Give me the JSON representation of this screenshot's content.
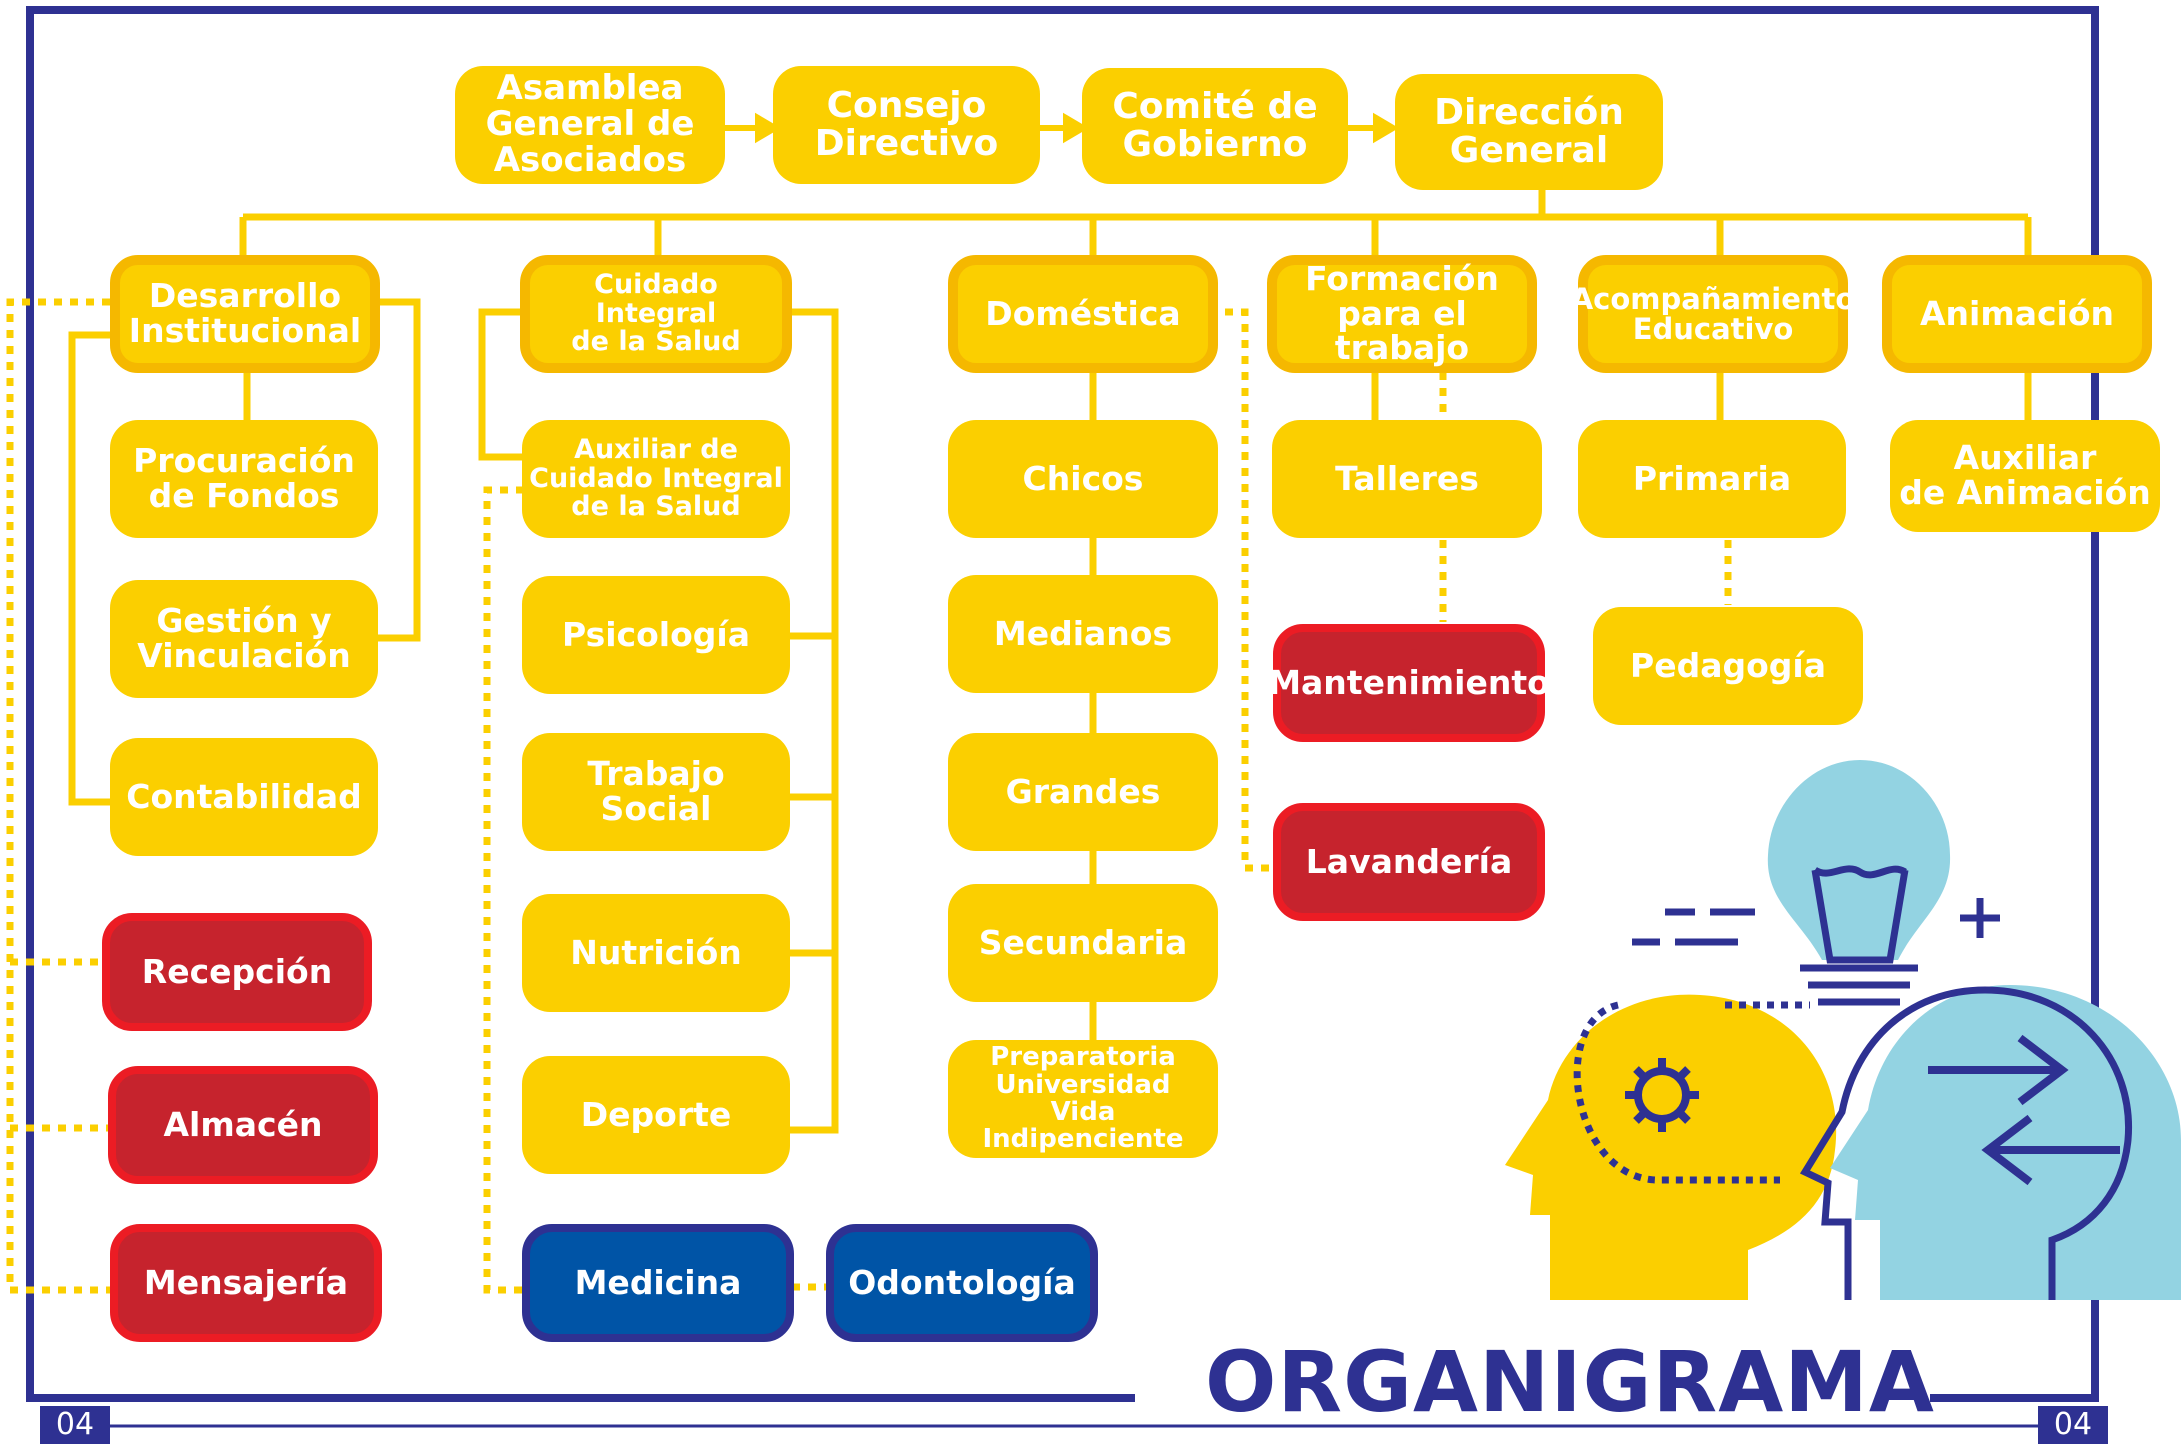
{
  "title": "ORGANIGRAMA",
  "page_left": "04",
  "page_right": "04",
  "colors": {
    "yellow": "#fbcf00",
    "red": "#c6232d",
    "blue": "#0054a6",
    "navy": "#2e3192",
    "lightblue": "#93d3e2"
  },
  "top_chain": [
    "Asamblea\nGeneral de\nAsociados",
    "Consejo\nDirectivo",
    "Comité de\nGobierno",
    "Dirección\nGeneral"
  ],
  "departments": {
    "desarrollo": "Desarrollo\nInstitucional",
    "cuidado": "Cuidado Integral\nde la Salud",
    "domestica": "Doméstica",
    "formacion": "Formación\npara el trabajo",
    "acompanamiento": "Acompañamiento\nEducativo",
    "animacion": "Animación"
  },
  "desarrollo_items": [
    "Procuración\nde Fondos",
    "Gestión y\nVinculación",
    "Contabilidad"
  ],
  "desarrollo_support": [
    "Recepción",
    "Almacén",
    "Mensajería"
  ],
  "cuidado_items": [
    "Auxiliar de\nCuidado Integral\nde la Salud",
    "Psicología",
    "Trabajo\nSocial",
    "Nutrición",
    "Deporte"
  ],
  "cuidado_external": [
    "Medicina",
    "Odontología"
  ],
  "domestica_items": [
    "Chicos",
    "Medianos",
    "Grandes",
    "Secundaria",
    "Preparatoria\nUniversidad\nVida Indipenciente"
  ],
  "formacion_items": [
    "Talleres"
  ],
  "formacion_support": [
    "Mantenimiento",
    "Lavandería"
  ],
  "acompanamiento_items": [
    "Primaria",
    "Pedagogía"
  ],
  "animacion_items": [
    "Auxiliar\nde Animación"
  ]
}
